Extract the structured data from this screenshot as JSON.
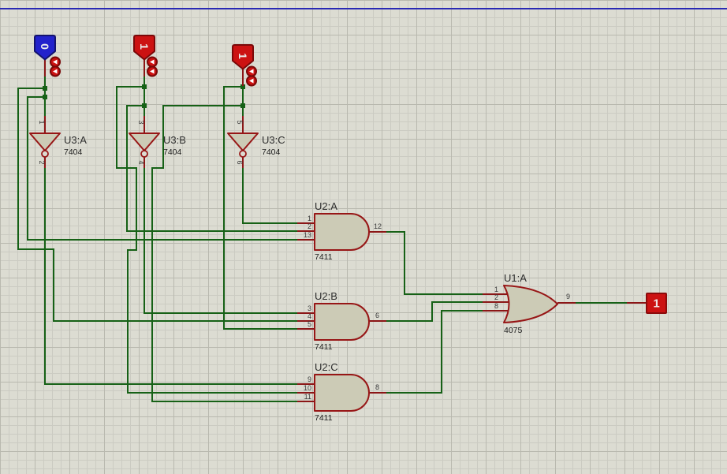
{
  "schematic": {
    "top_rule_color": "#2a2ab4",
    "wire_color": "#166116",
    "pin_color": "#8b1616",
    "logic_inputs": [
      {
        "id": "input-a",
        "state": "0",
        "fill": "#2222cc",
        "border": "#13136e"
      },
      {
        "id": "input-b",
        "state": "1",
        "fill": "#cc1212",
        "border": "#7a0808"
      },
      {
        "id": "input-c",
        "state": "1",
        "fill": "#cc1212",
        "border": "#7a0808"
      }
    ],
    "inverters": [
      {
        "ref": "U3:A",
        "part": "7404",
        "pin_in": "1",
        "pin_out": "2"
      },
      {
        "ref": "U3:B",
        "part": "7404",
        "pin_in": "3",
        "pin_out": "4"
      },
      {
        "ref": "U3:C",
        "part": "7404",
        "pin_in": "5",
        "pin_out": "6"
      }
    ],
    "and_gates": [
      {
        "ref": "U2:A",
        "part": "7411",
        "pins_in": [
          "1",
          "2",
          "13"
        ],
        "pin_out": "12"
      },
      {
        "ref": "U2:B",
        "part": "7411",
        "pins_in": [
          "3",
          "4",
          "5"
        ],
        "pin_out": "6"
      },
      {
        "ref": "U2:C",
        "part": "7411",
        "pins_in": [
          "9",
          "10",
          "11"
        ],
        "pin_out": "8"
      }
    ],
    "or_gate": {
      "ref": "U1:A",
      "part": "4075",
      "pins_in": [
        "1",
        "2",
        "8"
      ],
      "pin_out": "9"
    },
    "output_probe": {
      "state": "1",
      "fill": "#cc1212"
    }
  }
}
